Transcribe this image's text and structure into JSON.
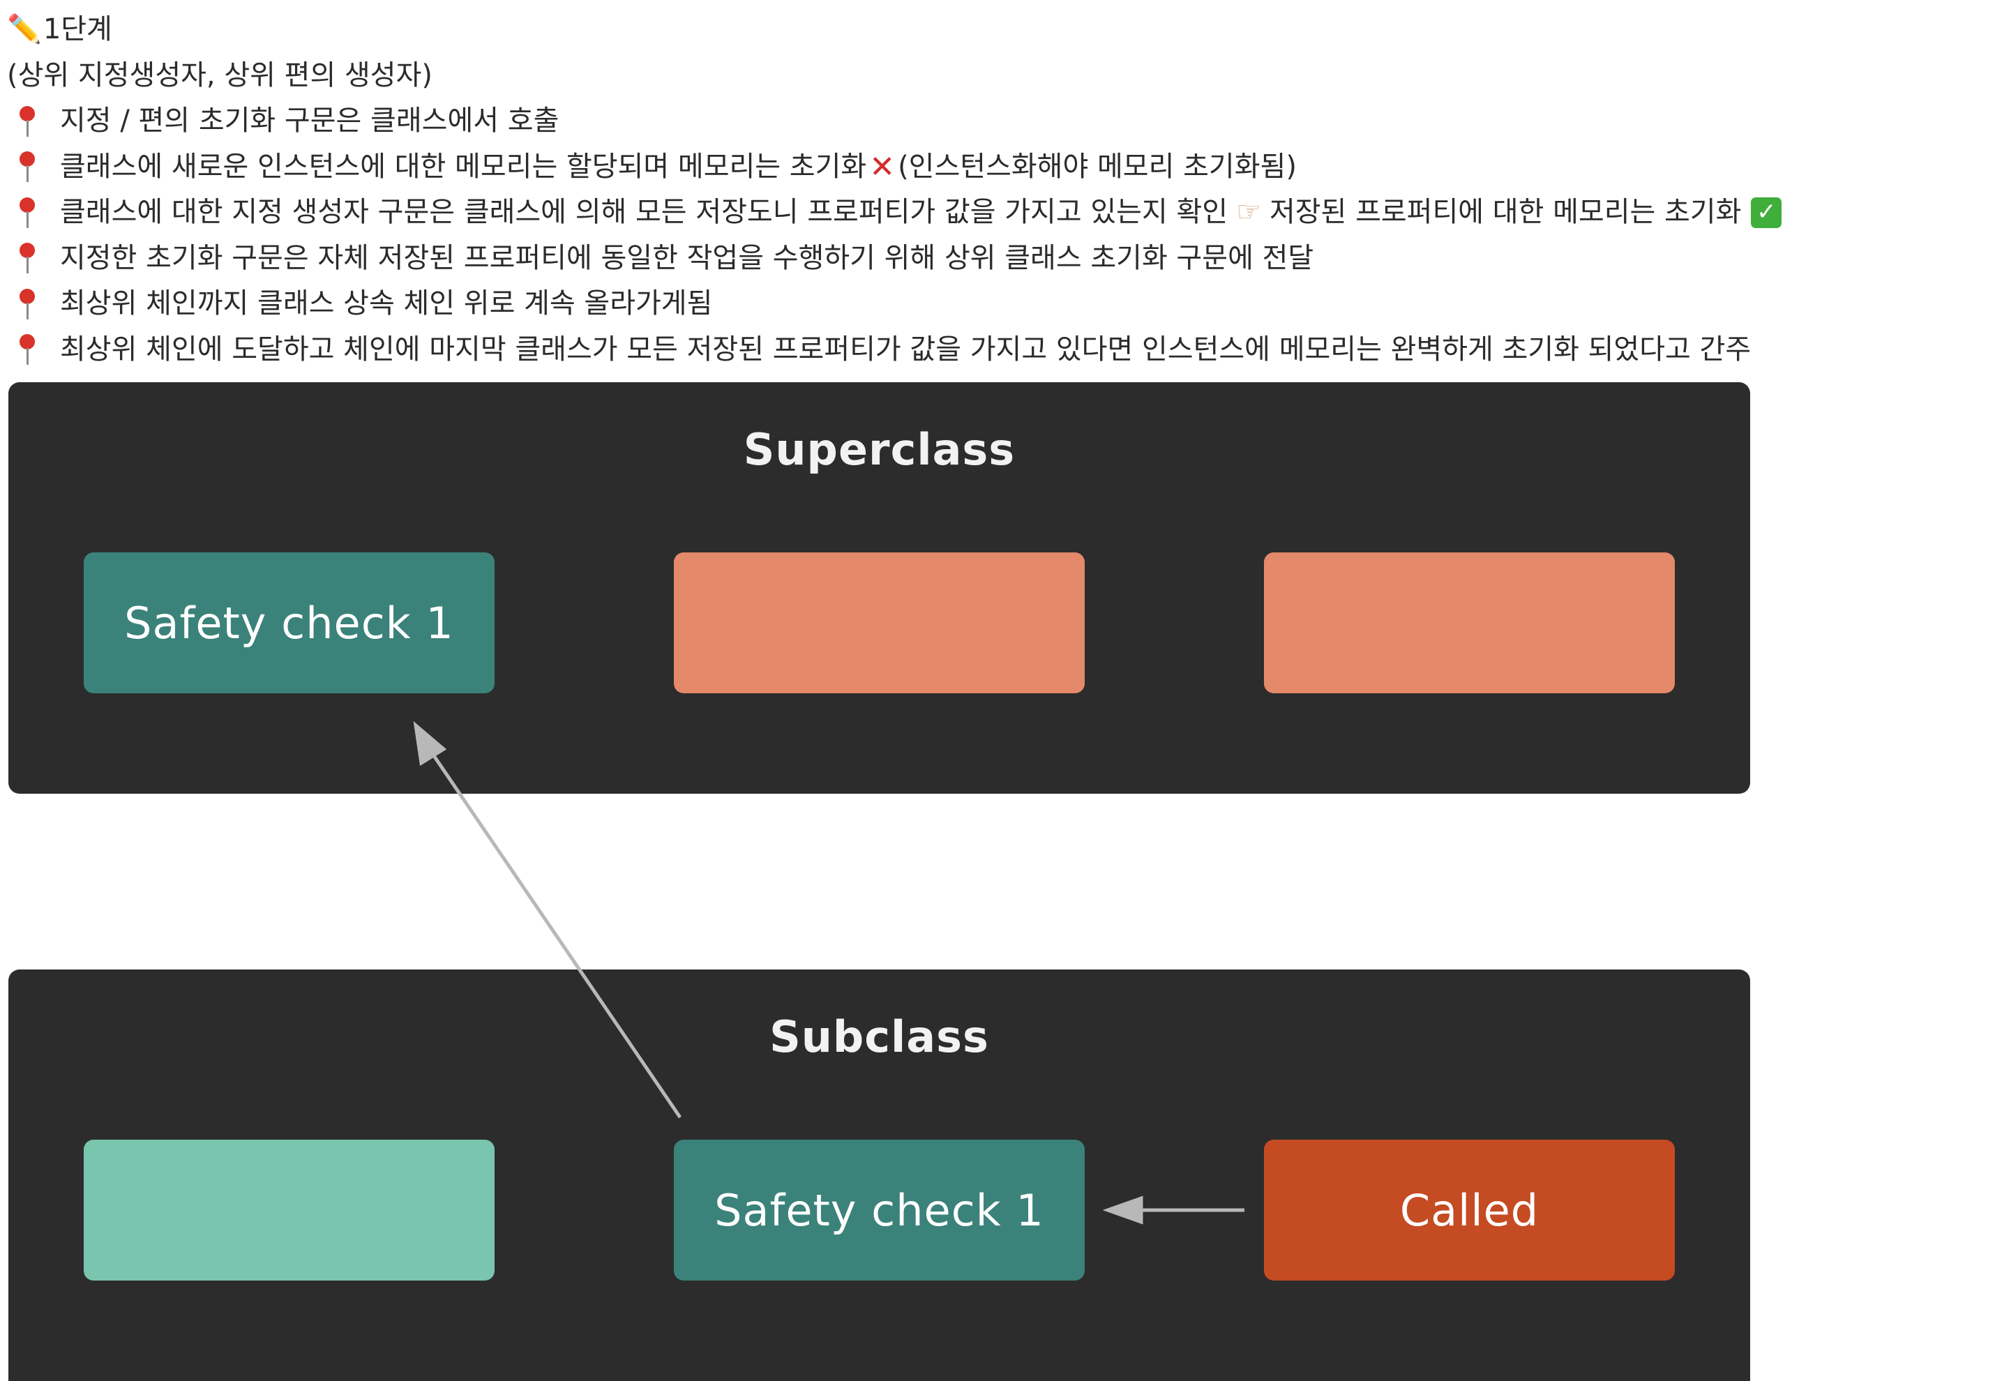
{
  "notes": {
    "heading": "1단계",
    "subheading": "(상위 지정생성자, 상위 편의 생성자)",
    "bullets": [
      "지정 / 편의 초기화 구문은 클래스에서 호출",
      "클래스에 새로운 인스턴스에 대한 메모리는 할당되며 메모리는 초기화",
      "(인스턴스화해야 메모리 초기화됨)",
      "클래스에 대한 지정 생성자 구문은 클래스에 의해 모든 저장도니 프로퍼티가 값을 가지고 있는지 확인",
      "저장된 프로퍼티에 대한 메모리는 초기화",
      "지정한 초기화 구문은 자체 저장된 프로퍼티에 동일한 작업을 수행하기 위해 상위 클래스 초기화 구문에 전달",
      "최상위 체인까지 클래스 상속 체인 위로 계속 올라가게됨",
      "최상위 체인에 도달하고 체인에 마지막 클래스가 모든 저장된 프로퍼티가 값을 가지고 있다면 인스턴스에 메모리는 완벽하게 초기화 되었다고 간주"
    ],
    "icons": {
      "heading": "pencil-icon",
      "bullet": "pin-icon",
      "cross": "red-cross-icon",
      "hand": "pointing-hand-icon",
      "check": "green-check-icon"
    }
  },
  "diagram": {
    "superclass": {
      "title": "Superclass",
      "boxes": [
        {
          "label": "Safety check 1",
          "color": "#3b827a"
        },
        {
          "label": "",
          "color": "#e5896b"
        },
        {
          "label": "",
          "color": "#e5896b"
        }
      ]
    },
    "subclass": {
      "title": "Subclass",
      "boxes": [
        {
          "label": "",
          "color": "#79c5ae"
        },
        {
          "label": "Safety check 1",
          "color": "#3b827a"
        },
        {
          "label": "Called",
          "color": "#c54b22"
        }
      ]
    },
    "colors": {
      "panel": "#2c2c2c",
      "arrow": "#b8b8b8"
    }
  }
}
